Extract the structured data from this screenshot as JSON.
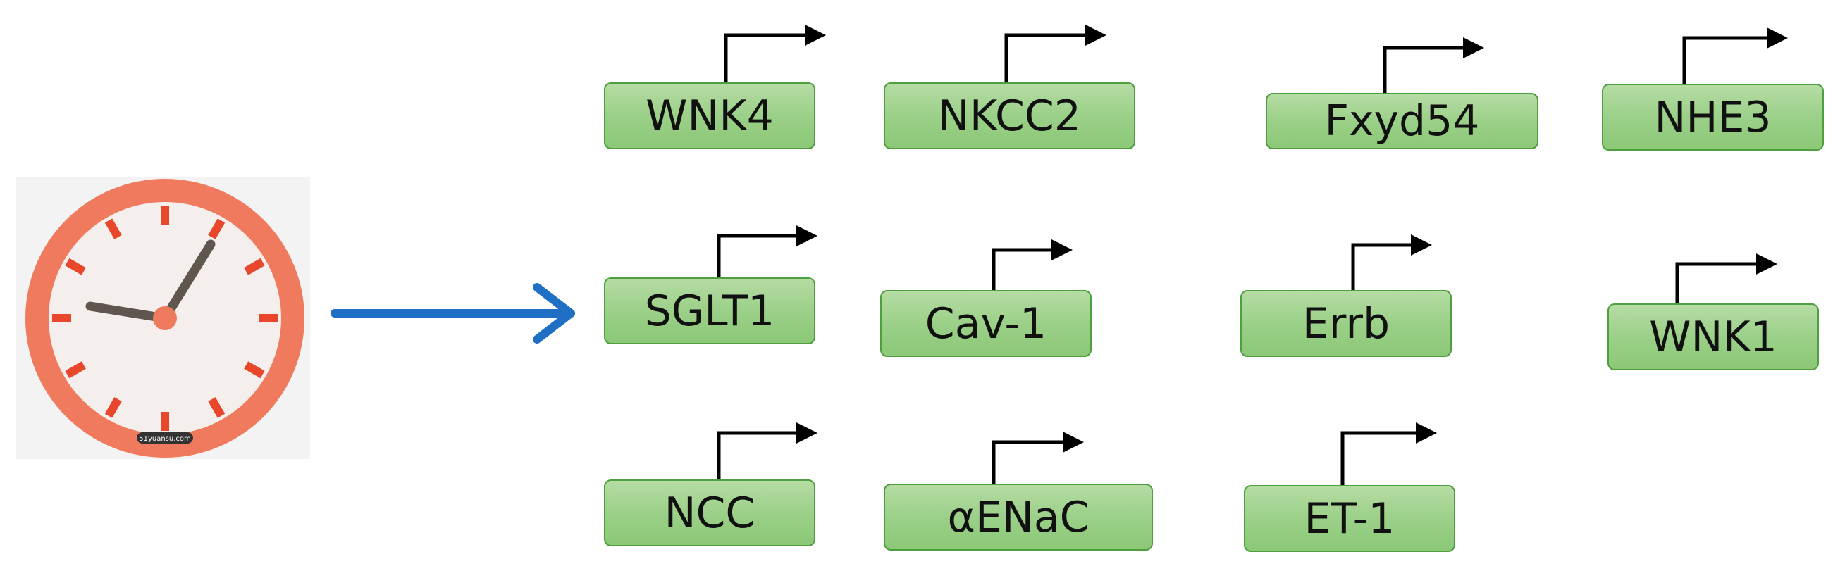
{
  "colors": {
    "box_fill": "#99cf86",
    "box_border": "#4e9f3d",
    "clock_rim": "#f07a5e",
    "clock_face": "#f4efec",
    "clock_ticks": "#e8472c",
    "clock_hands": "#5f5650",
    "arrow_blue": "#1f6fc5",
    "promoter_arrow": "#000000"
  },
  "clock": {
    "icon": "clock-icon",
    "watermark": "51yuansu.com"
  },
  "main_arrow": {
    "icon": "right-arrow-icon"
  },
  "genes": [
    {
      "label": "WNK4"
    },
    {
      "label": "NKCC2"
    },
    {
      "label": "Fxyd54"
    },
    {
      "label": "NHE3"
    },
    {
      "label": "SGLT1"
    },
    {
      "label": "Cav-1"
    },
    {
      "label": "Errb"
    },
    {
      "label": "WNK1"
    },
    {
      "label": "NCC"
    },
    {
      "label": "αENaC"
    },
    {
      "label": "ET-1"
    }
  ]
}
